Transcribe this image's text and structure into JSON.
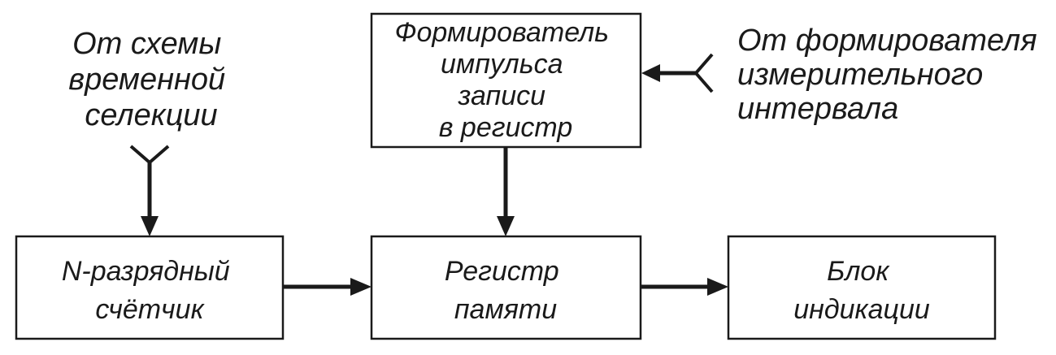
{
  "diagram": {
    "blocks": {
      "write_pulse_former": {
        "lines": [
          "Формирователь",
          "импульса",
          "записи",
          "в регистр"
        ]
      },
      "counter": {
        "lines": [
          "N-разрядный",
          "счётчик"
        ]
      },
      "memory_register": {
        "lines": [
          "Регистр",
          "памяти"
        ]
      },
      "display_unit": {
        "lines": [
          "Блок",
          "индикации"
        ]
      }
    },
    "inputs": {
      "time_selection": {
        "lines": [
          "От схемы",
          "временной",
          "селекции"
        ]
      },
      "interval_former": {
        "lines": [
          "От формирователя",
          "измерительного",
          "интервала"
        ]
      }
    }
  }
}
